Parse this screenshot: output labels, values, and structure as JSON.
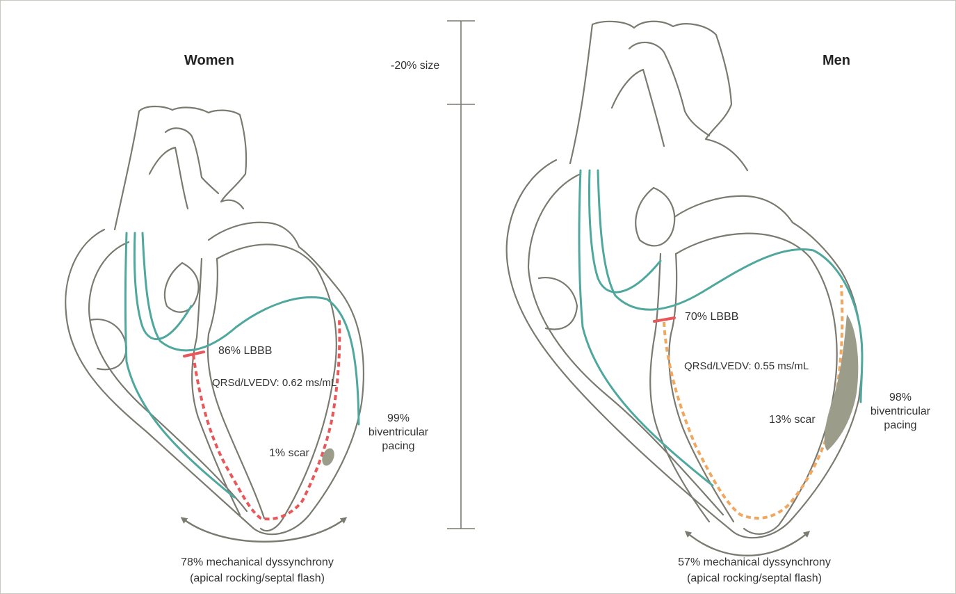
{
  "women": {
    "title": "Women",
    "lbbb": "86% LBBB",
    "ratio": "QRSd/LVEDV: 0.62 ms/mL",
    "scar": "1% scar",
    "pacing_value": "99%",
    "pacing_line1": "biventricular",
    "pacing_line2": "pacing",
    "dyssynchrony": "78% mechanical dyssynchrony",
    "dyssynchrony_note": "(apical rocking/septal flash)"
  },
  "men": {
    "title": "Men",
    "lbbb": "70% LBBB",
    "ratio": "QRSd/LVEDV: 0.55 ms/mL",
    "scar": "13% scar",
    "pacing_value": "98%",
    "pacing_line1": "biventricular",
    "pacing_line2": "pacing",
    "dyssynchrony": "57% mechanical dyssynchrony",
    "dyssynchrony_note": "(apical rocking/septal flash)"
  },
  "size_scale": {
    "label": "-20% size"
  },
  "colors": {
    "outline": "#7a7a70",
    "conduction": "#4fa89e",
    "block_women": "#e8585a",
    "block_men": "#f0a861",
    "scar": "#9c9c8a"
  }
}
